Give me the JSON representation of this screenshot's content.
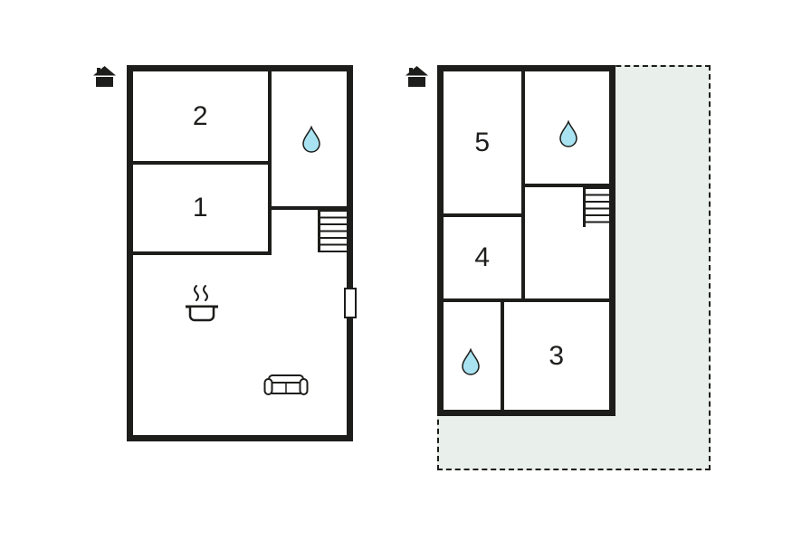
{
  "colors": {
    "background": "#ffffff",
    "wall": "#1d1d1b",
    "water_fill": "#a9e3f2",
    "terrace_fill": "#e9efeb"
  },
  "plans": {
    "left": {
      "rooms": [
        {
          "number": "2"
        },
        {
          "number": "1"
        }
      ],
      "icons": [
        "house-icon",
        "water-drop-icon",
        "stairs-icon",
        "stove-icon",
        "sofa-icon",
        "door-marker"
      ]
    },
    "right": {
      "rooms": [
        {
          "number": "5"
        },
        {
          "number": "4"
        },
        {
          "number": "3"
        }
      ],
      "icons": [
        "house-icon",
        "water-drop-icon",
        "stairs-icon",
        "water-drop-icon",
        "terrace-area"
      ]
    }
  }
}
